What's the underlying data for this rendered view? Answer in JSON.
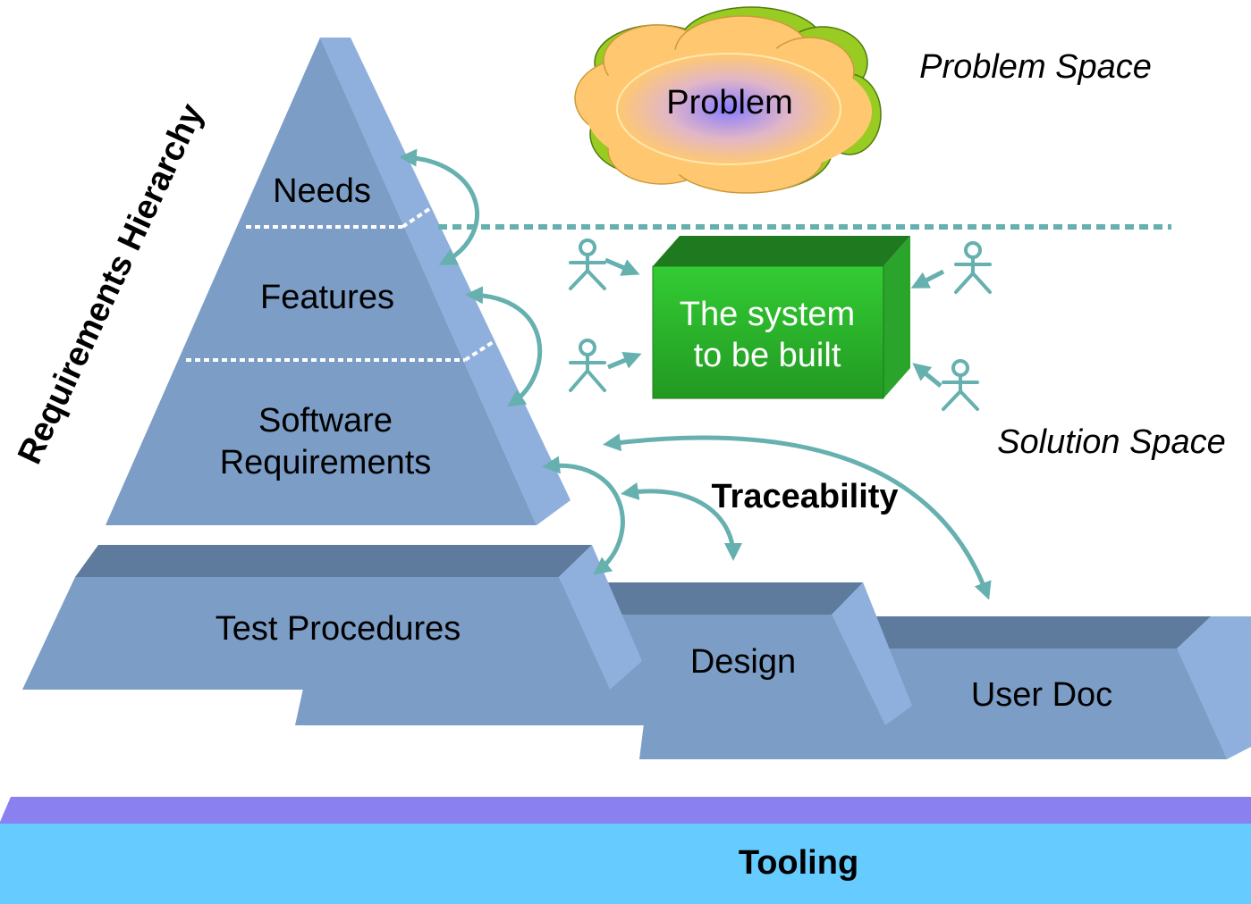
{
  "pyramid": {
    "side_title": "Requirements Hierarchy",
    "levels": {
      "needs": "Needs",
      "features": "Features",
      "software_line1": "Software",
      "software_line2": "Requirements"
    }
  },
  "problem": {
    "cloud_label": "Problem",
    "space_label": "Problem Space"
  },
  "solution": {
    "system_line1": "The system",
    "system_line2": "to be built",
    "space_label": "Solution Space"
  },
  "traceability_label": "Traceability",
  "slabs": {
    "test": "Test Procedures",
    "design": "Design",
    "userdoc": "User Doc"
  },
  "tooling": {
    "label": "Tooling"
  },
  "colors": {
    "pyramid_front": "#7b9dc6",
    "pyramid_side": "#8fb0dc",
    "slab_top": "#5e7a9c",
    "system_box": "#33b833",
    "arrow": "#66b0b0",
    "tooling_top": "#8a80f0",
    "tooling_front": "#66ccff",
    "cloud_fill": "#ffc870",
    "cloud_back": "#99cc22"
  }
}
